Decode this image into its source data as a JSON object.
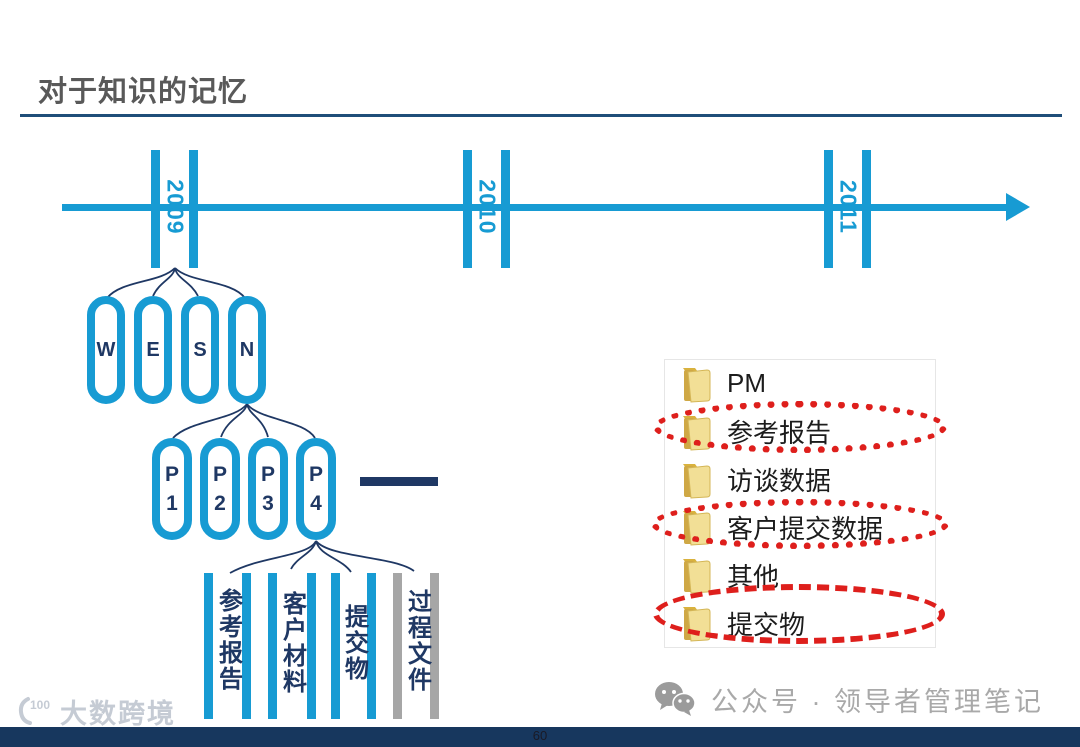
{
  "slide": {
    "title": "对于知识的记忆"
  },
  "timeline": {
    "years": [
      "2009",
      "2010",
      "2011"
    ]
  },
  "tree": {
    "level1_nodes": [
      "W",
      "E",
      "S",
      "N"
    ],
    "level2_nodes": [
      {
        "l1": "P",
        "l2": "1"
      },
      {
        "l1": "P",
        "l2": "2"
      },
      {
        "l1": "P",
        "l2": "3"
      },
      {
        "l1": "P",
        "l2": "4"
      }
    ],
    "level3_labels": [
      "参考报告",
      "客户材料",
      "提交物",
      "过程文件"
    ]
  },
  "folder_panel": {
    "items": [
      {
        "label": "PM",
        "highlight": "none"
      },
      {
        "label": "参考报告",
        "highlight": "dotted-red-ellipse"
      },
      {
        "label": "访谈数据",
        "highlight": "none"
      },
      {
        "label": "客户提交数据",
        "highlight": "dotted-red-ellipse"
      },
      {
        "label": "其他",
        "highlight": "none"
      },
      {
        "label": "提交物",
        "highlight": "dashed-red-ellipse"
      }
    ]
  },
  "footer": {
    "page_number": "60",
    "wechat_label": "公众号 · 领导者管理笔记",
    "brand": "大数跨境",
    "brand_mark": "100"
  },
  "colors": {
    "accent_cyan": "#179BD3",
    "navy": "#1F3864",
    "bottom_bar_navy": "#17375E",
    "title_gray": "#595959",
    "underline_navy": "#1F4E79",
    "muted_gray_bar": "#A6A6A6",
    "highlight_red": "#DE1F1C",
    "folder_yellow": "#EFD98F",
    "watermark_gray": "#A9A9A9"
  }
}
